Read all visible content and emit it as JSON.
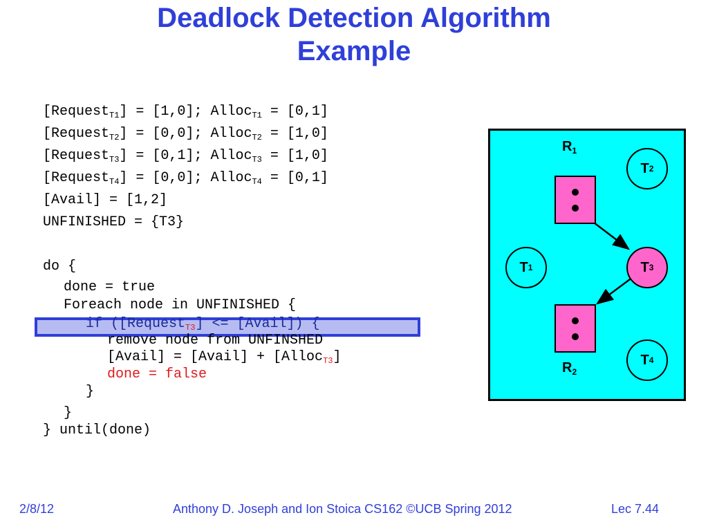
{
  "title": {
    "line1": "Deadlock Detection Algorithm",
    "line2": "Example"
  },
  "code": {
    "r1": {
      "a": "[Request",
      "s1": "T1",
      "b": "] = [1,0]; Alloc",
      "s2": "T1",
      "c": " = [0,1]"
    },
    "r2": {
      "a": "[Request",
      "s1": "T2",
      "b": "] = [0,0]; Alloc",
      "s2": "T2",
      "c": " = [1,0]"
    },
    "r3": {
      "a": "[Request",
      "s1": "T3",
      "b": "] = [0,1]; Alloc",
      "s2": "T3",
      "c": " = [1,0]"
    },
    "r4": {
      "a": "[Request",
      "s1": "T4",
      "b": "] = [0,0]; Alloc",
      "s2": "T4",
      "c": " = [0,1]"
    },
    "avail": "[Avail] = [1,2]",
    "unfinished": "UNFINISHED = {T3}",
    "do": "do {",
    "done_true": "done = true",
    "foreach": "Foreach node in UNFINISHED {",
    "if_a": "if ([Request",
    "if_sub": "T3",
    "if_b": "] <= [Avail]) {",
    "remove": "remove node from UNFINSHED",
    "avail_upd_a": "[Avail] = [Avail] + [Alloc",
    "avail_upd_sub": "T3",
    "avail_upd_b": "]",
    "done_false": "done = false",
    "close_inner": "}",
    "close_outer": "}",
    "until": "} until(done)"
  },
  "diagram": {
    "r1": {
      "main": "R",
      "sub": "1"
    },
    "r2": {
      "main": "R",
      "sub": "2"
    },
    "t1": {
      "main": "T",
      "sub": "1",
      "color": "#00ffff"
    },
    "t2": {
      "main": "T",
      "sub": "2",
      "color": "#00ffff"
    },
    "t3": {
      "main": "T",
      "sub": "3",
      "color": "#ff66cc"
    },
    "t4": {
      "main": "T",
      "sub": "4",
      "color": "#00ffff"
    }
  },
  "footer": {
    "date": "2/8/12",
    "credit": "Anthony D. Joseph and Ion Stoica CS162 ©UCB Spring 2012",
    "lec": "Lec 7.44"
  },
  "colors": {
    "accent": "#2f3fd9",
    "panel": "#00ffff",
    "resource": "#ff66cc",
    "highlight": "#e01b1b"
  }
}
